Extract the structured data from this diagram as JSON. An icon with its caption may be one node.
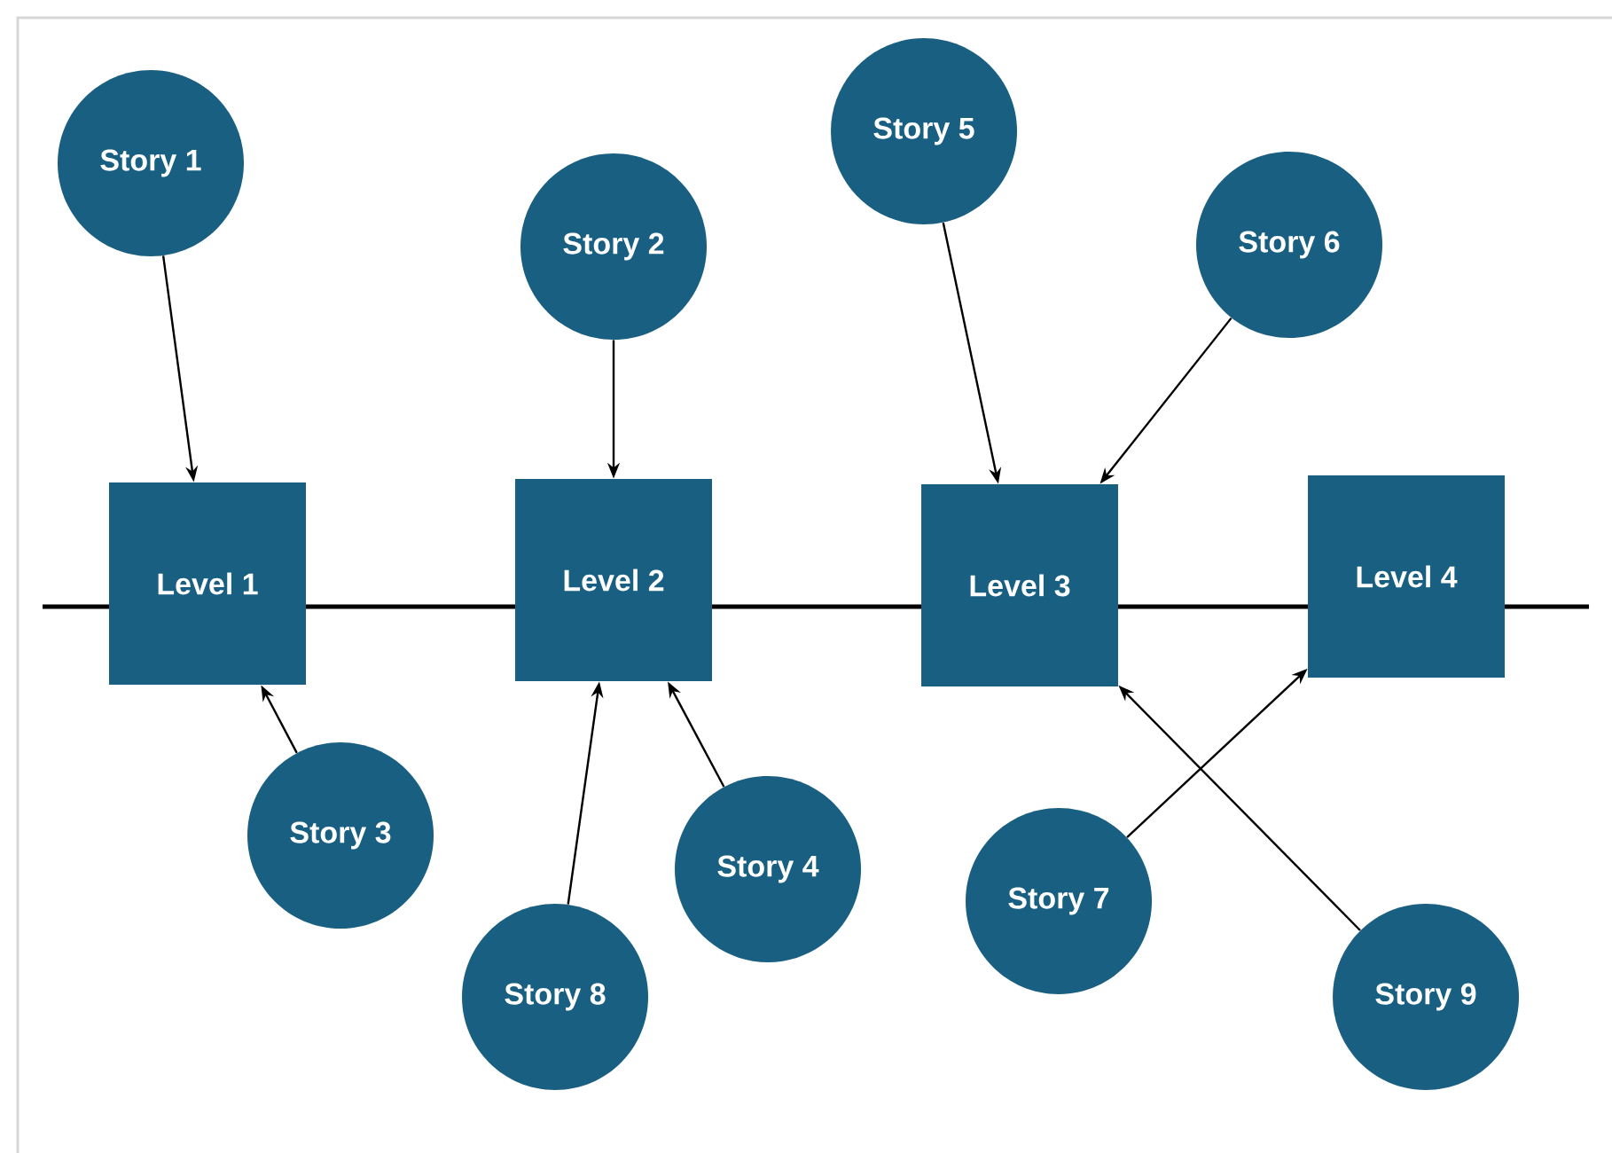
{
  "diagram": {
    "nodes": [
      {
        "text": [
          "Level 1"
        ]
      },
      {
        "text": [
          "Level 2"
        ]
      },
      {
        "text": [
          "Level 3"
        ]
      },
      {
        "text": [
          "Level 4"
        ]
      },
      {
        "text": [
          "Story 1"
        ]
      },
      {
        "text": [
          "Story 2"
        ]
      },
      {
        "text": [
          "Story 3"
        ]
      },
      {
        "text": [
          "Story 4"
        ]
      },
      {
        "text": [
          "Story 5"
        ]
      },
      {
        "text": [
          "Story 6"
        ]
      },
      {
        "text": [
          "Story 7"
        ]
      },
      {
        "text": [
          "Story 8"
        ]
      },
      {
        "text": [
          "Story 9"
        ]
      }
    ],
    "edges": [
      {
        "from": 4,
        "to": 0,
        "arrow": "to"
      },
      {
        "from": 5,
        "to": 1,
        "arrow": "to"
      },
      {
        "from": 6,
        "to": 0,
        "arrow": "to"
      },
      {
        "from": 7,
        "to": 1,
        "arrow": "to"
      },
      {
        "from": 8,
        "to": 2,
        "arrow": "to"
      },
      {
        "from": 9,
        "to": 2,
        "arrow": "to"
      },
      {
        "from": 10,
        "to": 3,
        "arrow": "to"
      },
      {
        "from": 11,
        "to": 1,
        "arrow": "to"
      },
      {
        "from": 12,
        "to": 2,
        "arrow": "to"
      }
    ]
  }
}
